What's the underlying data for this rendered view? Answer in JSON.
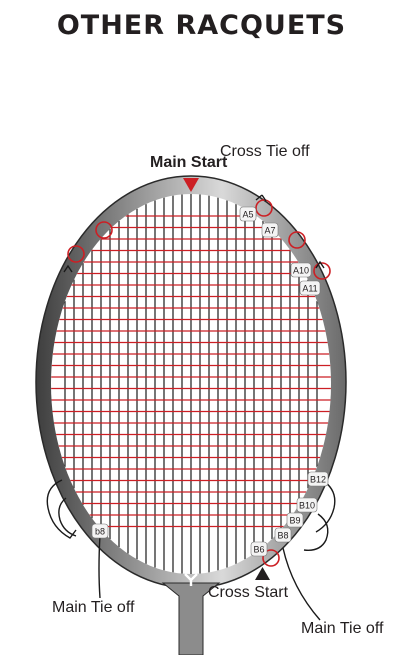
{
  "title": "OTHER RACQUETS",
  "labels": {
    "main_start": "Main Start",
    "cross_tie_off": "Cross Tie off",
    "main_tie_off_left": "Main Tie off",
    "cross_start": "Cross Start",
    "main_tie_off_right": "Main Tie off"
  },
  "hole_tags": [
    "A5",
    "A7",
    "A10",
    "A11",
    "B12",
    "B10",
    "B9",
    "B8",
    "B6",
    "b8"
  ],
  "colors": {
    "main_strings": "#1a1a1a",
    "cross_strings": "#cc1f24",
    "frame_outer": "#5a5a5a",
    "frame_inner": "#c8c8c8",
    "markers": "#cc1f24",
    "text": "#231f20"
  },
  "icons": [
    "triangle-down-icon",
    "triangle-up-icon",
    "brand-logo-icon"
  ]
}
